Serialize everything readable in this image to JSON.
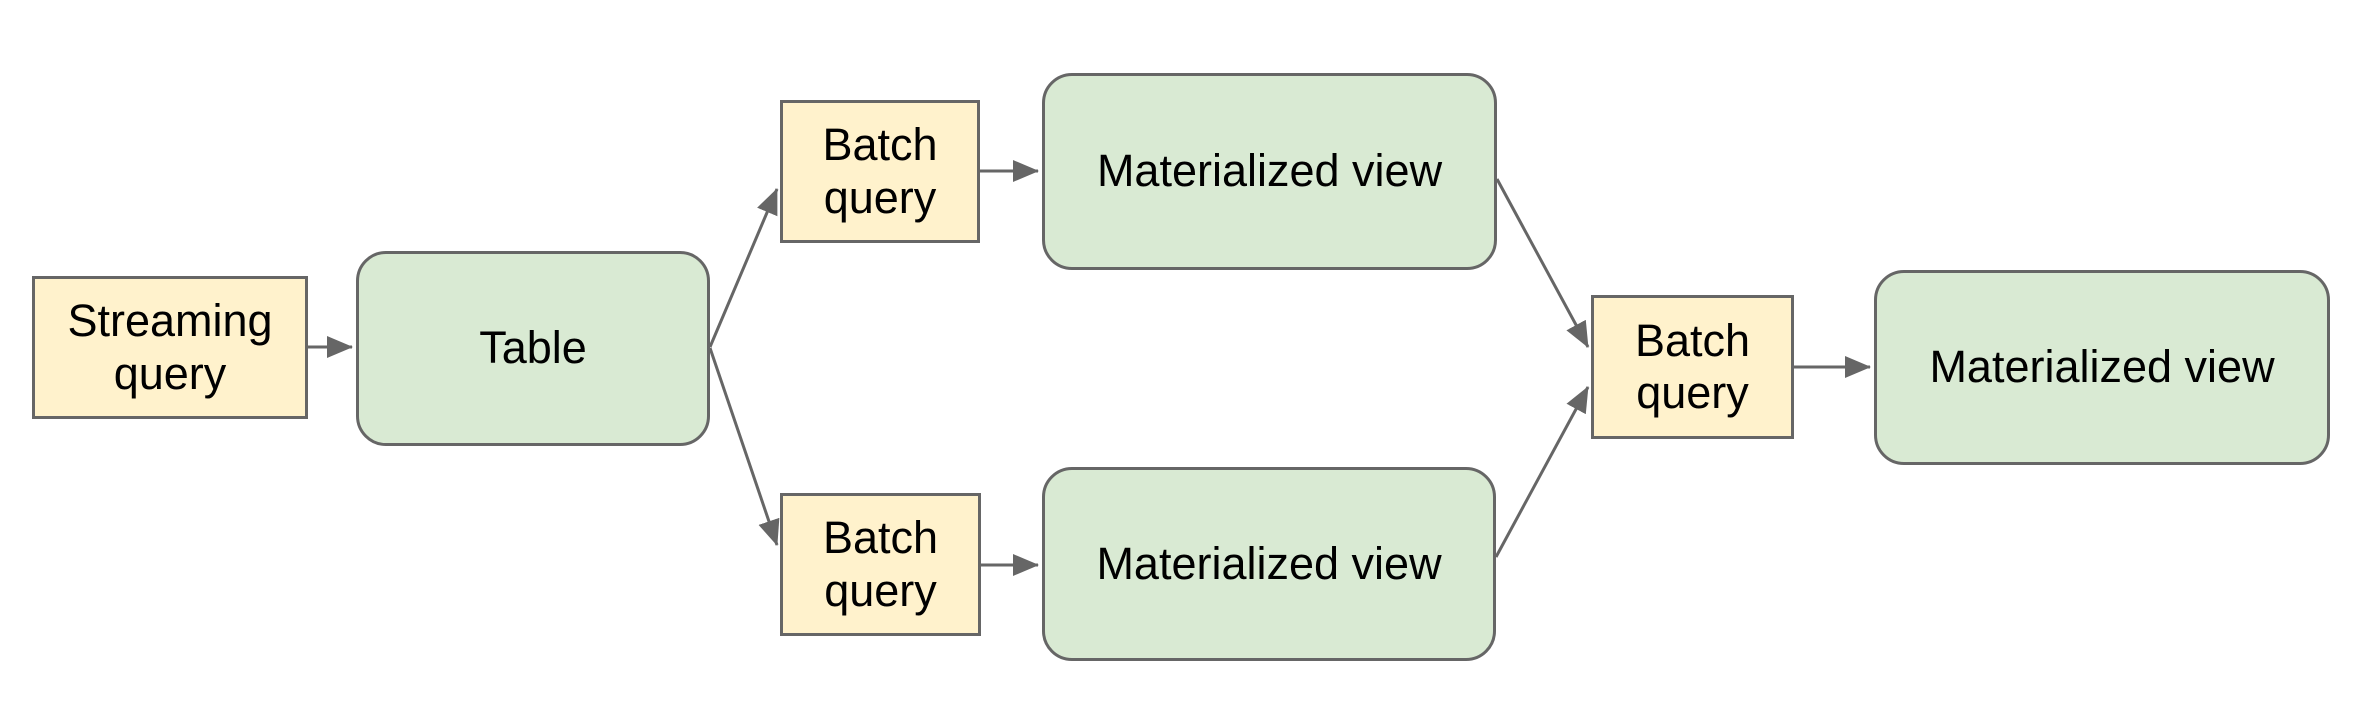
{
  "diagram": {
    "background": "#ffffff",
    "colors": {
      "query_fill": "#fff2cc",
      "view_fill": "#d9ead3",
      "border": "#666666",
      "arrow": "#666666",
      "text": "#000000"
    },
    "nodes": [
      {
        "id": "streaming-query",
        "label": "Streaming query",
        "type": "query"
      },
      {
        "id": "table",
        "label": "Table",
        "type": "view"
      },
      {
        "id": "batch-query-top",
        "label": "Batch query",
        "type": "query"
      },
      {
        "id": "materialized-view-top",
        "label": "Materialized view",
        "type": "view"
      },
      {
        "id": "batch-query-bottom",
        "label": "Batch query",
        "type": "query"
      },
      {
        "id": "materialized-view-bottom",
        "label": "Materialized view",
        "type": "view"
      },
      {
        "id": "batch-query-merge",
        "label": "Batch query",
        "type": "query"
      },
      {
        "id": "materialized-view-final",
        "label": "Materialized view",
        "type": "view"
      }
    ],
    "edges": [
      {
        "from": "streaming-query",
        "to": "table"
      },
      {
        "from": "table",
        "to": "batch-query-top"
      },
      {
        "from": "table",
        "to": "batch-query-bottom"
      },
      {
        "from": "batch-query-top",
        "to": "materialized-view-top"
      },
      {
        "from": "batch-query-bottom",
        "to": "materialized-view-bottom"
      },
      {
        "from": "materialized-view-top",
        "to": "batch-query-merge"
      },
      {
        "from": "materialized-view-bottom",
        "to": "batch-query-merge"
      },
      {
        "from": "batch-query-merge",
        "to": "materialized-view-final"
      }
    ]
  }
}
